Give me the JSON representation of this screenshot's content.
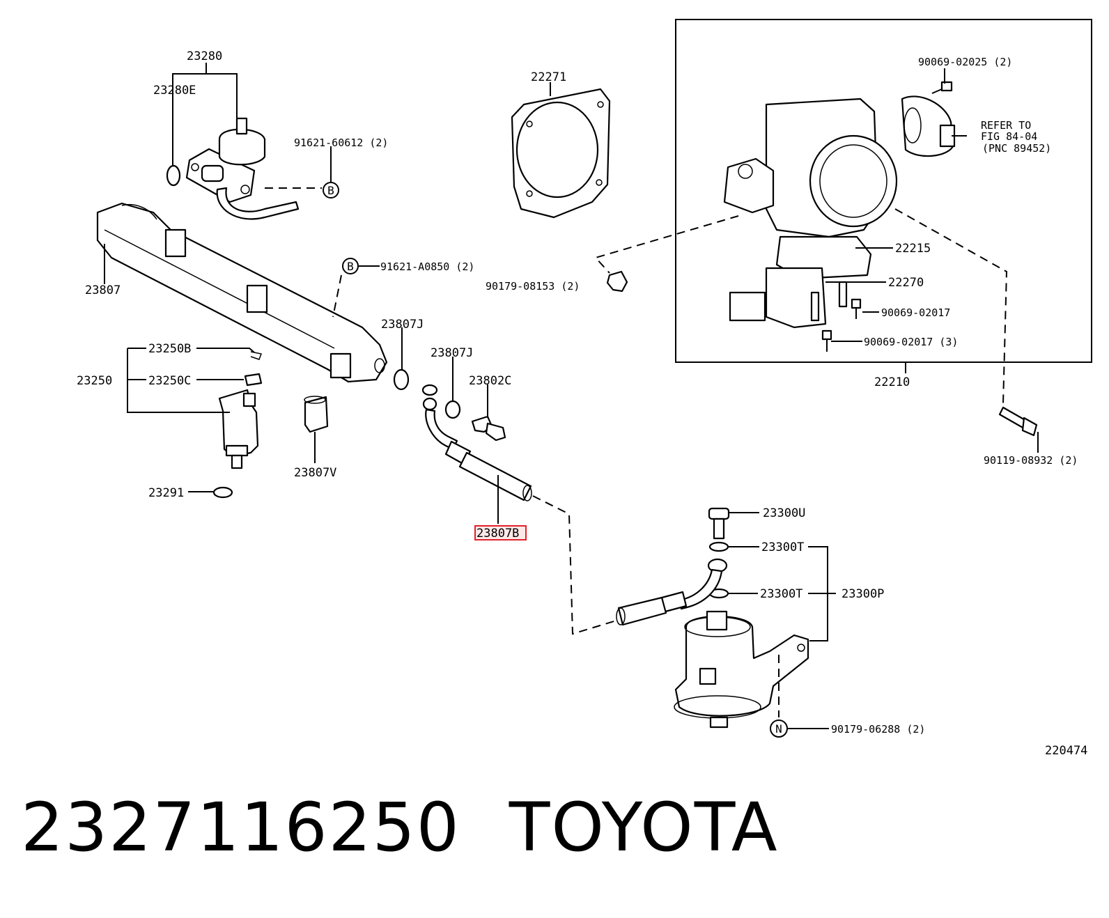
{
  "diagram": {
    "figure_id": "220474",
    "highlighted_label": "23807B",
    "labels": {
      "l_23280": "23280",
      "l_23280E": "23280E",
      "l_91621_60612": "91621-60612 (2)",
      "l_22271": "22271",
      "l_90069_02025": "90069-02025 (2)",
      "l_refer1": "REFER TO",
      "l_refer2": "FIG 84-04",
      "l_refer3": "(PNC 89452)",
      "l_23807": "23807",
      "l_91621_A0850": "91621-A0850 (2)",
      "l_90179_08153": "90179-08153 (2)",
      "l_22215": "22215",
      "l_22270": "22270",
      "l_90069_02017a": "90069-02017",
      "l_90069_02017b": "90069-02017 (3)",
      "l_22210": "22210",
      "l_23807J_a": "23807J",
      "l_23807J_b": "23807J",
      "l_23802C": "23802C",
      "l_23250B": "23250B",
      "l_23250": "23250",
      "l_23250C": "23250C",
      "l_23807V": "23807V",
      "l_23291": "23291",
      "l_90119_08932": "90119-08932 (2)",
      "l_23300U": "23300U",
      "l_23300T_a": "23300T",
      "l_23300T_b": "23300T",
      "l_23300P": "23300P",
      "l_90179_06288": "90179-06288 (2)",
      "ref_B1": "B",
      "ref_B2": "B",
      "ref_N": "N"
    }
  },
  "footer": {
    "part_number": "2327116250",
    "brand": "TOYOTA"
  }
}
